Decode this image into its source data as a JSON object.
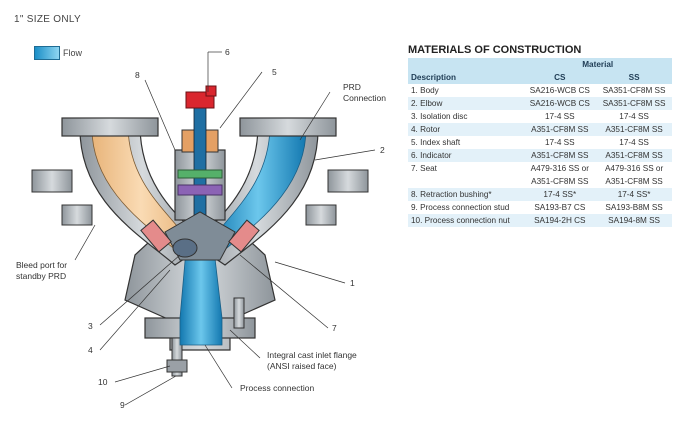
{
  "header": {
    "size_note": "1\" SIZE ONLY"
  },
  "legend": {
    "label": "Flow"
  },
  "callouts": {
    "n1": "1",
    "n2": "2",
    "n3": "3",
    "n4": "4",
    "n5": "5",
    "n6": "6",
    "n7": "7",
    "n8": "8",
    "n9": "9",
    "n10": "10",
    "prd_connection_line1": "PRD",
    "prd_connection_line2": "Connection",
    "bleed_port_line1": "Bleed port for",
    "bleed_port_line2": "standby PRD",
    "inlet_flange_line1": "Integral cast inlet flange",
    "inlet_flange_line2": "(ANSI raised face)",
    "process_connection": "Process connection"
  },
  "materials": {
    "title": "MATERIALS OF CONSTRUCTION",
    "material_header": "Material",
    "description_header": "Description",
    "cs_header": "CS",
    "ss_header": "SS",
    "rows": [
      {
        "desc": "1. Body",
        "cs": "SA216-WCB CS",
        "ss": "SA351-CF8M SS"
      },
      {
        "desc": "2. Elbow",
        "cs": "SA216-WCB CS",
        "ss": "SA351-CF8M SS"
      },
      {
        "desc": "3. Isolation disc",
        "cs": "17-4 SS",
        "ss": "17-4 SS"
      },
      {
        "desc": "4. Rotor",
        "cs": "A351-CF8M SS",
        "ss": "A351-CF8M SS"
      },
      {
        "desc": "5. Index shaft",
        "cs": "17-4 SS",
        "ss": "17-4 SS"
      },
      {
        "desc": "6. Indicator",
        "cs": "A351-CF8M SS",
        "ss": "A351-CF8M SS"
      },
      {
        "desc": "7. Seat",
        "cs": "A479-316 SS or",
        "ss": "A479-316 SS or"
      },
      {
        "desc": "",
        "cs": "A351-CF8M SS",
        "ss": "A351-CF8M SS"
      },
      {
        "desc": "8. Retraction bushing*",
        "cs": "17-4 SS*",
        "ss": "17-4 SS*"
      },
      {
        "desc": "9. Process connection stud",
        "cs": "SA193-B7 CS",
        "ss": "SA193-B8M SS"
      },
      {
        "desc": "10. Process connection nut",
        "cs": "SA194-2H CS",
        "ss": "SA194-8M SS"
      }
    ]
  },
  "colors": {
    "flow_blue": "#1b8fc7",
    "body_grey": "#b9bec3",
    "standby_orange": "#f3c896",
    "indicator_red": "#d9262e",
    "table_header_bg": "#c7e4f2",
    "table_stripe_bg": "#e3f1f9"
  }
}
